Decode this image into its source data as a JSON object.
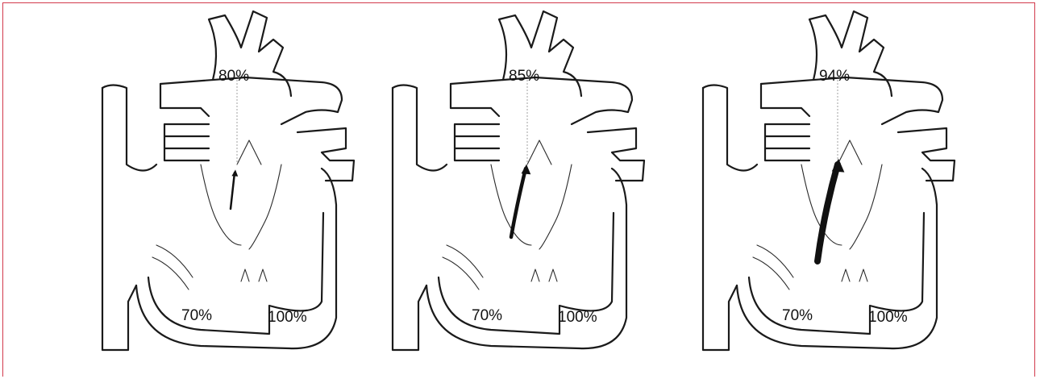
{
  "panels": [
    {
      "top_saturation": "80%",
      "left_saturation": "70%",
      "right_saturation": "100%",
      "shunt_flow": "small"
    },
    {
      "top_saturation": "85%",
      "left_saturation": "70%",
      "right_saturation": "100%",
      "shunt_flow": "medium"
    },
    {
      "top_saturation": "94%",
      "left_saturation": "70%",
      "right_saturation": "100%",
      "shunt_flow": "large"
    }
  ],
  "colors": {
    "frame_border": "#d23a4c",
    "line": "#1a1a1a"
  }
}
